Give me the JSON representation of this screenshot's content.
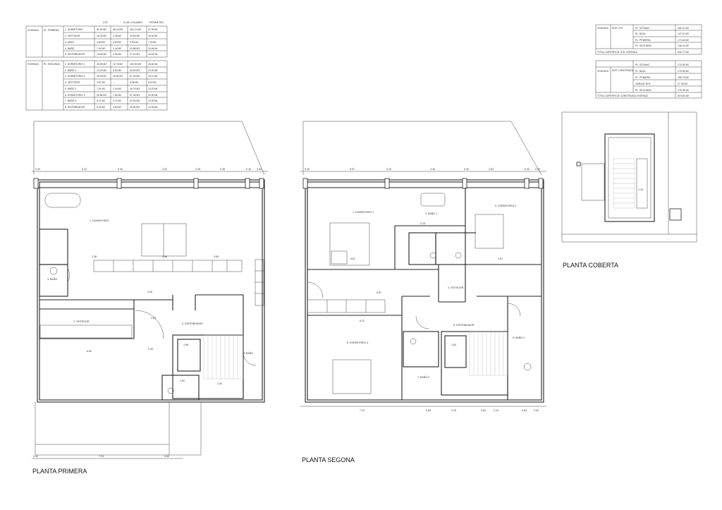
{
  "tables": {
    "headers": [
      "UTIL",
      "S.UM.",
      "VOLUMEN",
      "PERIMETRO"
    ],
    "primera": {
      "label1": "VIVIENDA",
      "label2": "PL. PRIMERA",
      "rows": [
        [
          "1. DORMITORIO",
          "82.90 M2",
          "86.18 M3",
          "300.21 M3",
          "47.95 ML"
        ],
        [
          "2. VESTIDOR",
          "18.33 M2",
          "2.28 M2",
          "25.56 M3",
          "15.60 ML"
        ],
        [
          "3. ASEO",
          "3.80 M2",
          "0.59 M2",
          "9.93 M3",
          "7.90 ML"
        ],
        [
          "4. BAÑO",
          "7.94 M2",
          "1.44 M2",
          "19.88 M3",
          "13.64 ML"
        ],
        [
          "5. DISTRIBUIDOR",
          "10.84 M2",
          "4.05 M2",
          "27.10 M3",
          "15.62 ML"
        ]
      ]
    },
    "segunda": {
      "label1": "VIVIENDA",
      "label2": "PL. SEGUNDA",
      "rows": [
        [
          "1. DORMITORIO 1",
          "40.06 M2",
          "22.78 M2",
          "100.26 M3",
          "26.64 ML"
        ],
        [
          "2. BAÑO 1",
          "14.22 M2",
          "6.60 M2",
          "40.50 M3",
          "23.00 ML"
        ],
        [
          "3. DORMITORIO 2",
          "26.93 M2",
          "16.60 M2",
          "67.33 M3",
          "23.10 ML"
        ],
        [
          "4. VESTIDOR",
          "3.87 M2",
          "---",
          "9.68 M3",
          "8.00 ML"
        ],
        [
          "5. BAÑO 2",
          "7.51 M2",
          "1.44 M2",
          "18.78 M3",
          "13.20 ML"
        ],
        [
          "6. DORMITORIO 3",
          "26.86 M2",
          "7.80 M2",
          "67.46 M3",
          "22.60 ML"
        ],
        [
          "7. BAÑO 3",
          "8.22 M2",
          "0.70 M2",
          "20.55 M3",
          "13.90 ML"
        ],
        [
          "8. DISTRIBUIDOR",
          "8.33 M2",
          "4.80 M2",
          "20.83 M3",
          "14.06 ML"
        ]
      ]
    },
    "util": {
      "label1": "VIVIENDA",
      "label2": "SUP. UTIL",
      "rows": [
        [
          "PL. SOTANO",
          "166.12 M2"
        ],
        [
          "PL. BAJA",
          "147.67 M2"
        ],
        [
          "PL. PRIMERA",
          "174.64 M2"
        ],
        [
          "PL. SEGUNDA",
          "136.14 M2"
        ]
      ],
      "total_label": "TOTAL SUPERFICIE UTIL VIVIENDA",
      "total_value": "626.77 M2"
    },
    "construida": {
      "label1": "VIVIENDA",
      "label2": "SUP. CONSTRUIDA",
      "rows": [
        [
          "PL. SOTANO",
          "176.35 M2"
        ],
        [
          "PL. BAJA",
          "176.35 M2"
        ],
        [
          "PL. PRIMERA",
          "199.73 M2"
        ],
        [
          "GARAJE 50%",
          "17.35 M2"
        ],
        [
          "PL. SEGUNDA",
          "176.35 M2"
        ]
      ],
      "total_label": "TOTAL SUPERFICIE CONSTRUIDA VIVIENDA",
      "total_value": "819.64 M2"
    }
  },
  "plans": {
    "primera": {
      "title": "PLANTA PRIMERA",
      "rooms": [
        "1. DORMITORIO",
        "2. VESTIDOR",
        "3. BAÑO",
        "4. DISTRIBUIDOR",
        "5. BAÑO"
      ],
      "top_dims": [
        "0.40",
        "5.10",
        "0.40",
        "3.32",
        "0.35",
        "2.35",
        "0.40",
        "0.60"
      ],
      "bottom_dims": [
        "0.40",
        "7.24",
        "0.60"
      ],
      "interior_dims": [
        "2.38",
        "5.86",
        "2.65",
        "2.05",
        "6.89",
        "1.84",
        "1.98",
        "2.30",
        "1.50",
        "2.00"
      ]
    },
    "segona": {
      "title": "PLANTA SEGONA",
      "rooms": [
        "1. DORMITORIO 1",
        "2. BAÑO 1",
        "3. DORMITORIO 2",
        "4. VESTIDOR",
        "5. BAÑO 2",
        "6. DORMITORIO 3",
        "7. BAÑO 3",
        "8. DISTRIBUIDOR"
      ],
      "top_dims": [
        "0.40",
        "5.07",
        "0.40",
        "3.46",
        "0.40",
        "2.64",
        "0.40",
        "0.60"
      ],
      "bottom_dims": [
        "7.14",
        "0.80",
        "2.15",
        "0.80",
        "2.15",
        "0.60",
        "0.40"
      ],
      "interior_dims": [
        "5.87",
        "3.97",
        "6.22",
        "5.57",
        "2.15",
        "1.80"
      ]
    },
    "coberta": {
      "title": "PLANTA COBERTA",
      "dims": [
        "1.49"
      ]
    }
  }
}
